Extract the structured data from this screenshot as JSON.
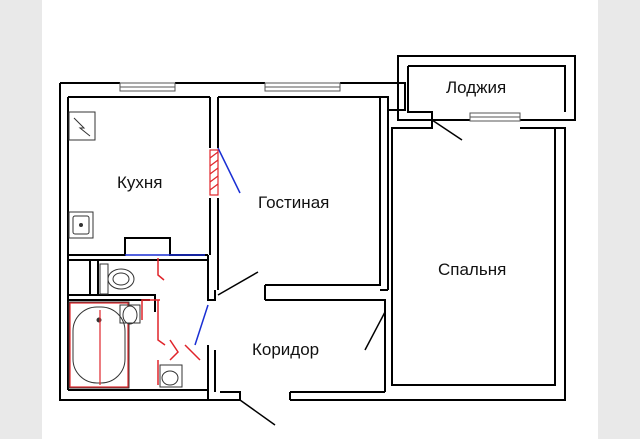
{
  "rooms": {
    "kitchen": "Кухня",
    "living_room": "Гостиная",
    "bedroom": "Спальня",
    "loggia": "Лоджия",
    "corridor": "Коридор"
  },
  "colors": {
    "wall": "#000000",
    "door_swing": "#1a2fd4",
    "plumbing": "#e0242a",
    "vent_hatch": "#e0242a"
  }
}
